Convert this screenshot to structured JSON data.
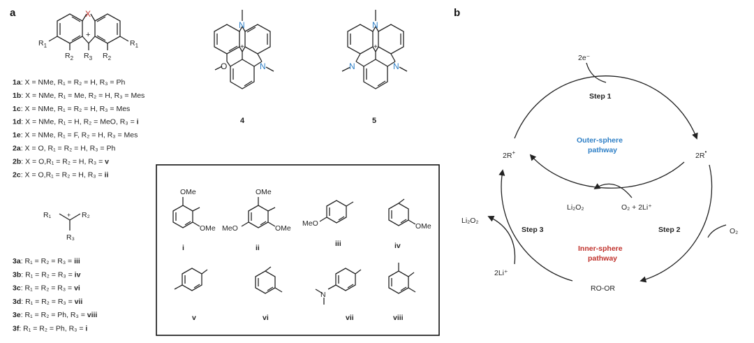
{
  "panels": {
    "a": "a",
    "b": "b"
  },
  "scaffold": {
    "x_label": "X",
    "plus": "+",
    "r1_left": "R",
    "r1_left_sub": "1",
    "r2_left": "R",
    "r2_left_sub": "2",
    "r3": "R",
    "r3_sub": "3",
    "r2_right": "R",
    "r2_right_sub": "2",
    "r1_right": "R",
    "r1_right_sub": "1"
  },
  "compound_list_1": [
    {
      "id": "1a",
      "text": ": X = NMe, R₁ = R₂ = H, R₃ = Ph"
    },
    {
      "id": "1b",
      "text": ": X = NMe, R₁ = Me, R₂ = H, R₃ = Mes"
    },
    {
      "id": "1c",
      "text": ": X = NMe, R₁ = R₂ = H, R₃ = Mes"
    },
    {
      "id": "1d",
      "text": ": X = NMe, R₁ = H, R₂ = MeO, R₃ = ",
      "suffix": "i"
    },
    {
      "id": "1e",
      "text": ": X = NMe, R₁ = F, R₂ = H, R₃ = Mes"
    },
    {
      "id": "2a",
      "text": ": X = O, R₁ = R₂ = H, R₃ = Ph"
    },
    {
      "id": "2b",
      "text": ": X = O,R₁ = R₂ = H, R₃ = ",
      "suffix": "v"
    },
    {
      "id": "2c",
      "text": ": X = O,R₁ = R₂ = H, R₃ = ",
      "suffix": "ii"
    }
  ],
  "trityl": {
    "r1": "R₁",
    "r2": "R₂",
    "r3": "R₃",
    "plus": "+"
  },
  "compound_list_3": [
    {
      "id": "3a",
      "text": ": R₁ = R₂ = R₃ = ",
      "suffix": "iii"
    },
    {
      "id": "3b",
      "text": ": R₁ = R₂ = R₃ = ",
      "suffix": "iv"
    },
    {
      "id": "3c",
      "text": ": R₁ = R₂ = R₃ = ",
      "suffix": "vi"
    },
    {
      "id": "3d",
      "text": ": R₁ = R₂ = R₃ = ",
      "suffix": "vii"
    },
    {
      "id": "3e",
      "text": ": R₁ = R₂ = Ph, R₃ = ",
      "suffix": "viii"
    },
    {
      "id": "3f",
      "text": ": R₁ = R₂ = Ph, R₃ = ",
      "suffix": "i"
    }
  ],
  "structure_4": {
    "label": "4",
    "n_top": "N",
    "n_right": "N",
    "ome": "O",
    "plus": "+"
  },
  "structure_5": {
    "label": "5",
    "n_top": "N",
    "n_left": "N",
    "n_right": "N",
    "plus": "+"
  },
  "substituents": {
    "i": {
      "label": "i",
      "groups": [
        "OMe",
        "OMe"
      ]
    },
    "ii": {
      "label": "ii",
      "groups": [
        "OMe",
        "MeO",
        "OMe"
      ]
    },
    "iii": {
      "label": "iii",
      "groups": [
        "MeO"
      ]
    },
    "iv": {
      "label": "iv",
      "groups": [
        "OMe"
      ]
    },
    "v": {
      "label": "v"
    },
    "vi": {
      "label": "vi"
    },
    "vii": {
      "label": "vii",
      "groups": [
        "N"
      ]
    },
    "viii": {
      "label": "viii"
    }
  },
  "cycle": {
    "two_e": "2e⁻",
    "step1": "Step 1",
    "step2": "Step 2",
    "step3": "Step 3",
    "two_r_radical": "2R",
    "radical_dot": "•",
    "two_r_plus": "2R",
    "plus_sup": "+",
    "outer_1": "Outer-sphere",
    "outer_2": "pathway",
    "inner_1": "Inner-sphere",
    "inner_2": "pathway",
    "li2o2_mid": "Li₂O₂",
    "o2_2li": "O₂ + 2Li⁺",
    "o2_in": "O₂",
    "li2o2_out": "Li₂O₂",
    "two_li": "2Li⁺",
    "ro_or": "RO-OR",
    "colors": {
      "outer": "#2e7fc6",
      "inner": "#c0312b",
      "x_label": "#c0312b",
      "nitrogen": "#2e7fc6"
    }
  }
}
